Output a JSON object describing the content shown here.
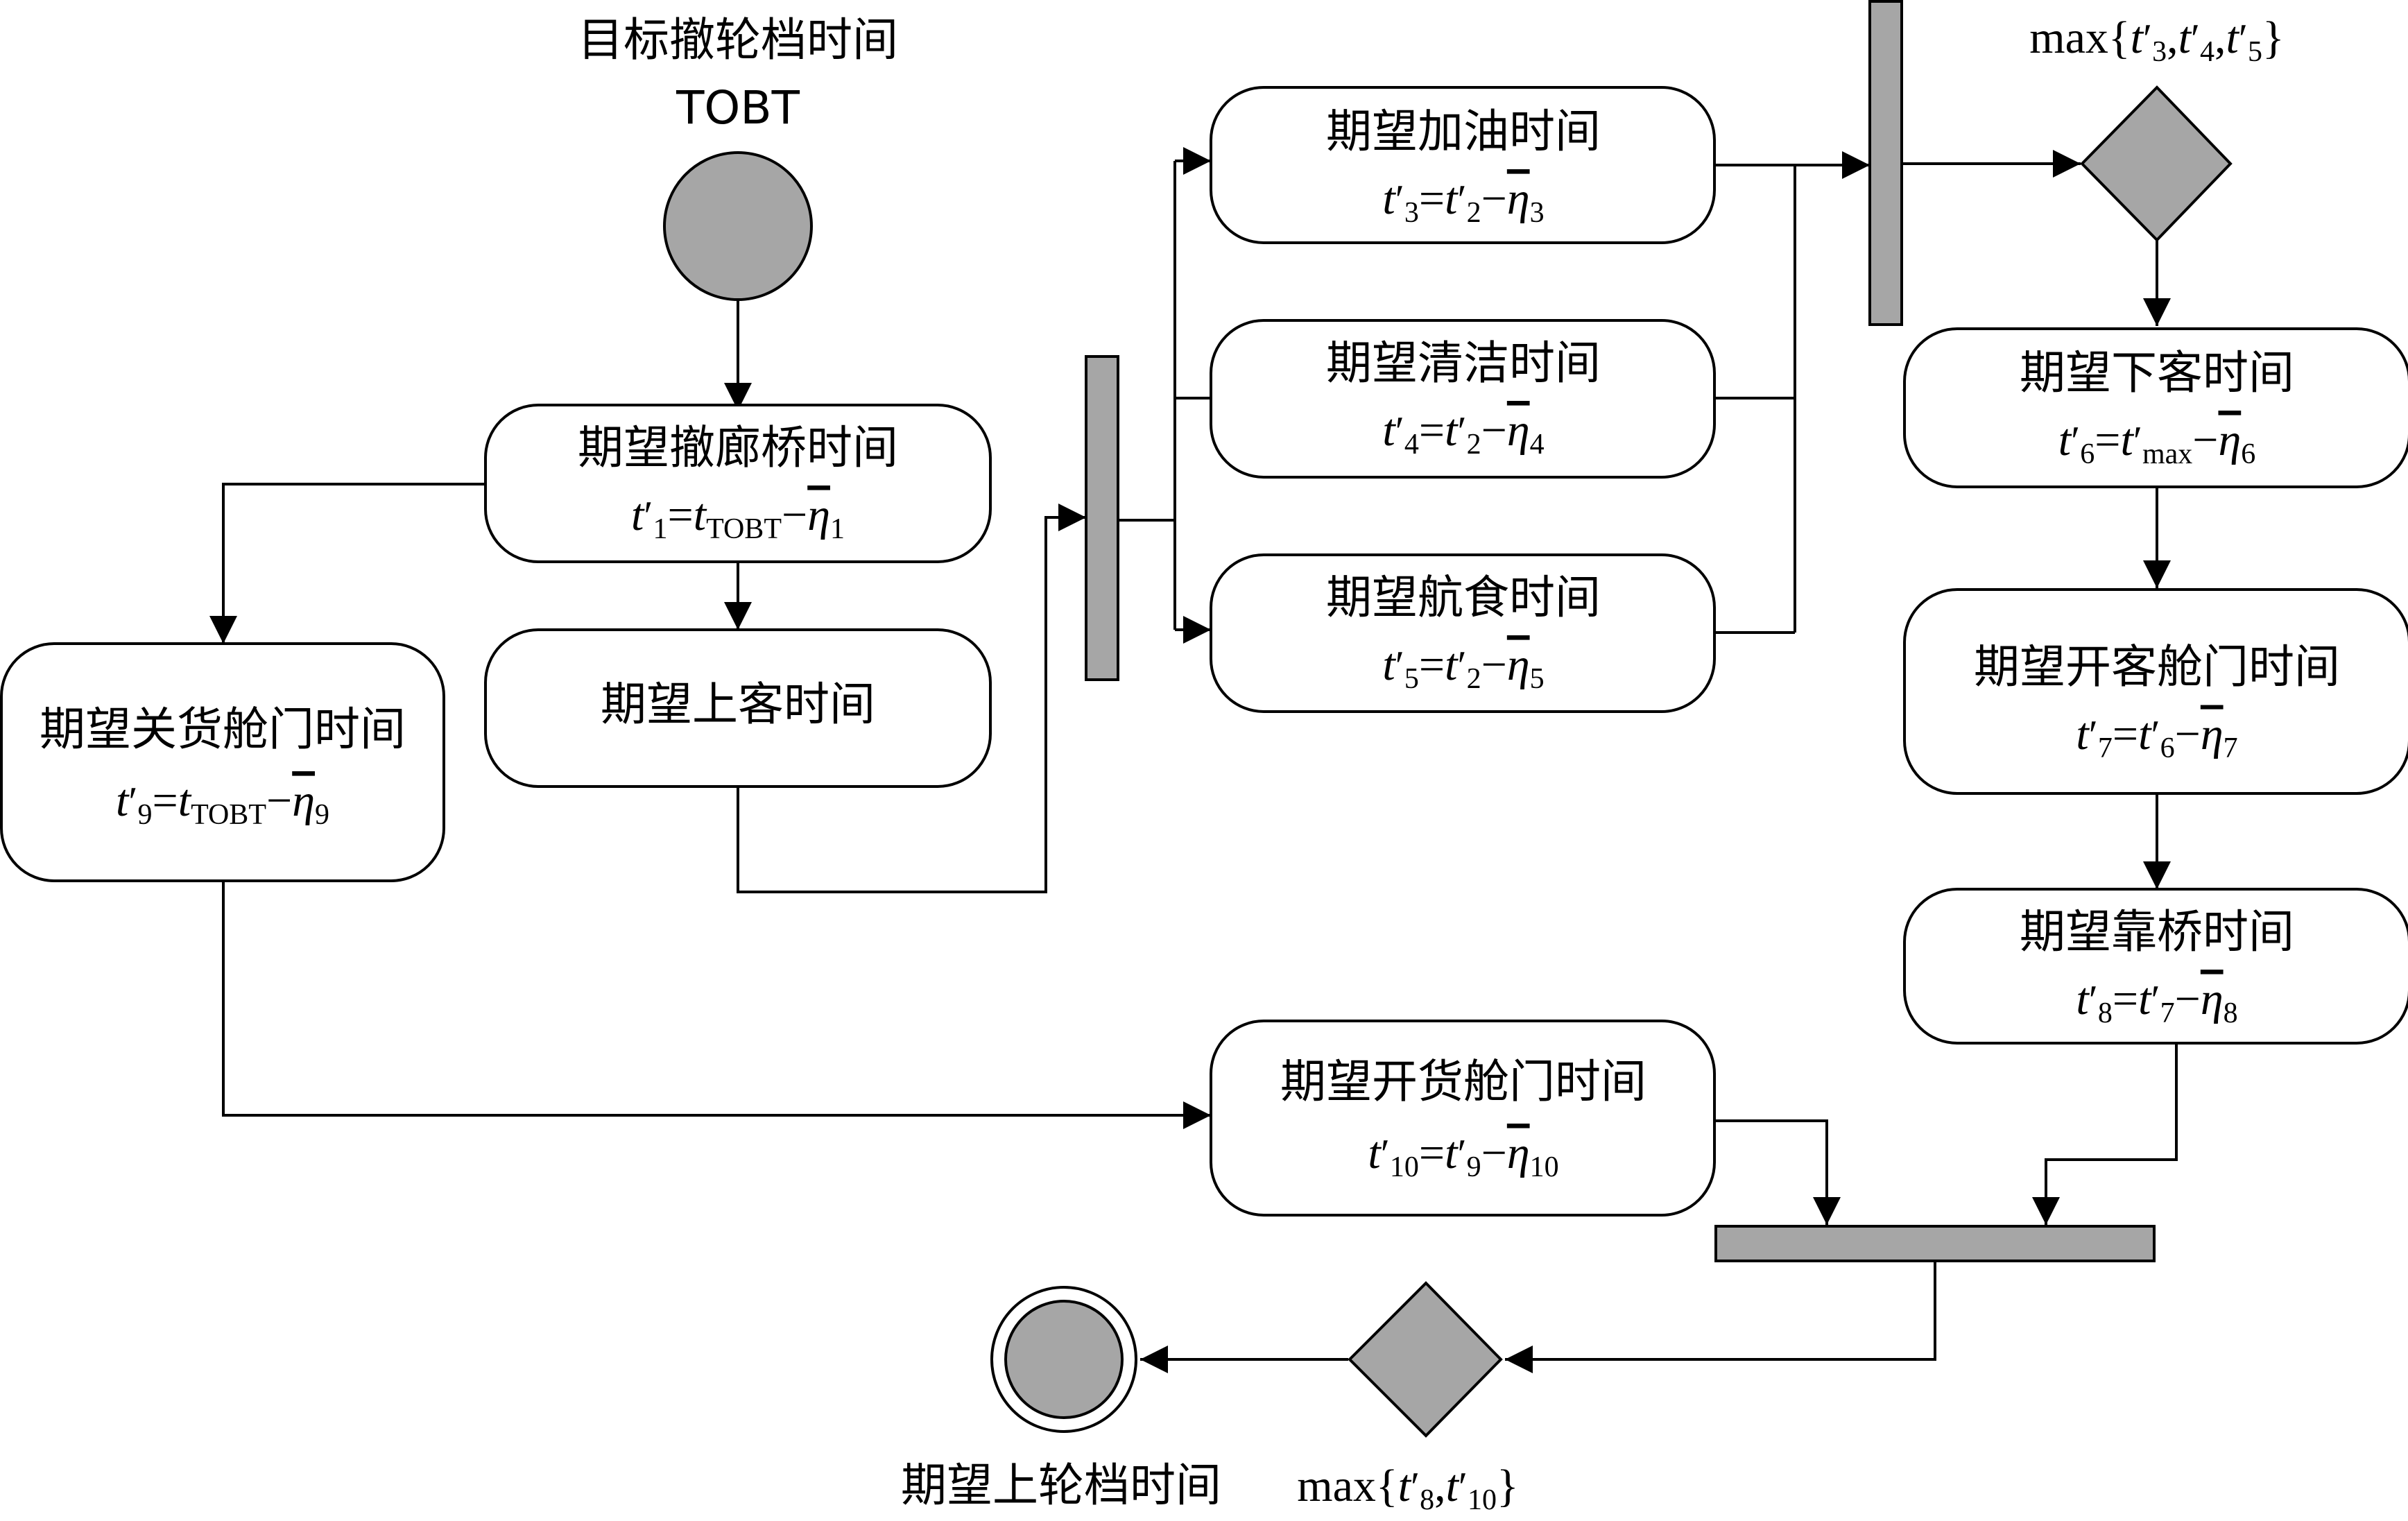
{
  "start": {
    "label_cn": "目标撤轮档时间",
    "label_en": "TOBT"
  },
  "end": {
    "label": "期望上轮档时间",
    "max_expr": {
      "pre": "max{",
      "a_sub": "8",
      "b_sub": "10",
      "post": "}"
    }
  },
  "top_max_expr": {
    "pre": "max{",
    "a_sub": "3",
    "b_sub": "4",
    "c_sub": "5",
    "post": "}"
  },
  "nodes": {
    "n1": {
      "label": "期望撤廊桥时间",
      "lhs": "1",
      "rhs_sub": "TOBT",
      "eta": "1"
    },
    "n2": {
      "label": "期望上客时间"
    },
    "n3": {
      "label": "期望加油时间",
      "lhs": "3",
      "rhs_sub": "2",
      "eta": "3"
    },
    "n4": {
      "label": "期望清洁时间",
      "lhs": "4",
      "rhs_sub": "2",
      "eta": "4"
    },
    "n5": {
      "label": "期望航食时间",
      "lhs": "5",
      "rhs_sub": "2",
      "eta": "5"
    },
    "n6": {
      "label": "期望下客时间",
      "lhs": "6",
      "rhs_sub": "max",
      "eta": "6"
    },
    "n7": {
      "label": "期望开客舱门时间",
      "lhs": "7",
      "rhs_sub": "6",
      "eta": "7"
    },
    "n8": {
      "label": "期望靠桥时间",
      "lhs": "8",
      "rhs_sub": "7",
      "eta": "8"
    },
    "n9": {
      "label": "期望关货舱门时间",
      "lhs": "9",
      "rhs_sub": "TOBT",
      "eta": "9"
    },
    "n10": {
      "label": "期望开货舱门时间",
      "lhs": "10",
      "rhs_sub": "9",
      "eta": "10"
    }
  },
  "symbols": {
    "t": "t",
    "prime": "′",
    "eq": "=",
    "minus": "−",
    "eta": "η",
    "comma": ","
  },
  "colors": {
    "fill_gray": "#a6a6a6",
    "stroke": "#000000",
    "background": "#ffffff"
  }
}
